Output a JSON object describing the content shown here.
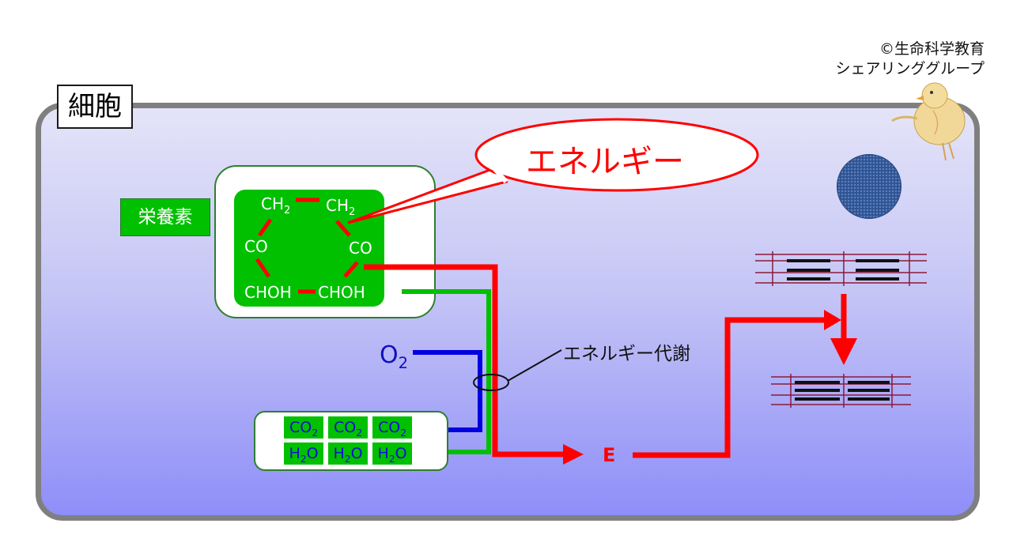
{
  "credit": {
    "line1": "©生命科学教育",
    "line2": "シェアリンググループ"
  },
  "cell": {
    "label": "細胞"
  },
  "nutrient": {
    "label": "栄養素",
    "molecule": [
      "CH2",
      "CH2",
      "CO",
      "CO",
      "CHOH",
      "CHOH"
    ]
  },
  "speech_bubble": {
    "text": "エネルギー"
  },
  "metabolism": {
    "label": "エネルギー代謝"
  },
  "oxygen": {
    "base": "O",
    "sub": "2"
  },
  "energy": {
    "label": "E"
  },
  "products": {
    "co2": {
      "base1": "C",
      "base2": "O",
      "sub": "2"
    },
    "h2o": {
      "base1": "H",
      "sub": "2",
      "base2": "O"
    }
  },
  "colors": {
    "cell_border": "#7f7f7f",
    "nutrient_green": "#00c000",
    "energy_red": "#ff0000",
    "oxygen_blue": "#1010d0",
    "metabolite_green": "#00c000",
    "muscle_line": "#8b1a3a",
    "nucleus": "#2f5290"
  },
  "icons": {
    "mascot": "chick-mascot-icon",
    "nucleus": "nucleus-icon",
    "muscle": "muscle-fiber-icon"
  }
}
